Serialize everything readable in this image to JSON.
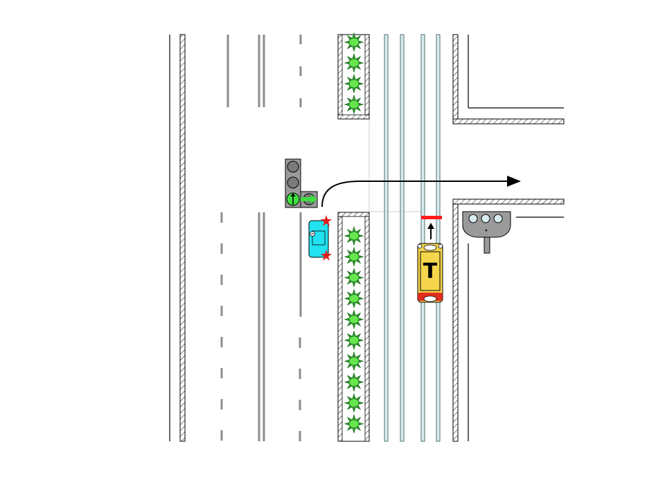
{
  "scene": {
    "colors": {
      "background": "#ffffff",
      "road_line": "#000000",
      "lane_marking": "#8c8c8c",
      "rail": "#4f6f73",
      "rail_fill": "#d9ecef",
      "bush_fill": "#66e64d",
      "bush_outline": "#1a6b1a",
      "car_body": "#22e1f0",
      "tram_body": "#f5d54b",
      "tram_accent": "#e01a1a",
      "stop_line": "#ff1a1a",
      "traffic_light_housing": "#9a9a9a",
      "signal_off": "#7a7a7a",
      "signal_green": "#3fe03f",
      "tram_signal": "#9a9a9a",
      "path_arrow": "#000000",
      "warning_star": "#e01a1a"
    },
    "icons": {
      "traffic_light": "traffic-light-icon",
      "left_turn_arrow": "green-left-arrow-icon",
      "straight_arrow": "green-straight-arrow-icon",
      "car": "car-icon",
      "tram": "tram-icon",
      "tram_signal": "tram-signal-icon",
      "bush": "bush-icon",
      "warning_star": "warning-star-icon"
    },
    "tram": {
      "label": "T"
    },
    "traffic_light": {
      "lamps": [
        "off",
        "off",
        "green-arrows"
      ]
    },
    "tram_signal": {
      "lamps": [
        "off",
        "off",
        "off"
      ]
    },
    "median": {
      "upper_bush_count": 4,
      "lower_bush_count": 10
    }
  }
}
